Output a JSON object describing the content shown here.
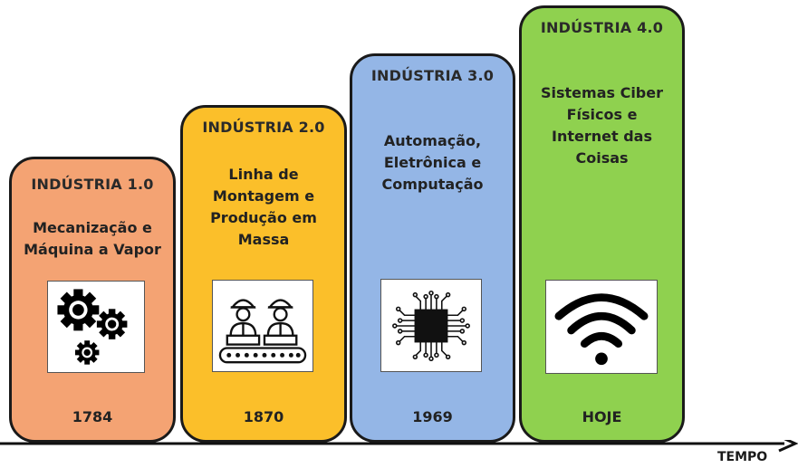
{
  "stages": [
    {
      "title": "INDÚSTRIA 1.0",
      "desc": "Mecanização e\nMáquina a Vapor",
      "year": "1784",
      "icon": "gears-icon",
      "color": "#f4a373"
    },
    {
      "title": "INDÚSTRIA 2.0",
      "desc": "Linha de\nMontagem e\nProdução em\nMassa",
      "year": "1870",
      "icon": "assembly-line-workers-icon",
      "color": "#fbbf2a"
    },
    {
      "title": "INDÚSTRIA 3.0",
      "desc": "Automação,\nEletrônica e\nComputação",
      "year": "1969",
      "icon": "microchip-icon",
      "color": "#94b6e6"
    },
    {
      "title": "INDÚSTRIA 4.0",
      "desc": "Sistemas Ciber\nFísicos e\nInternet das\nCoisas",
      "year": "HOJE",
      "icon": "wifi-icon",
      "color": "#8fd14f"
    }
  ],
  "axis": {
    "label": "TEMPO"
  }
}
